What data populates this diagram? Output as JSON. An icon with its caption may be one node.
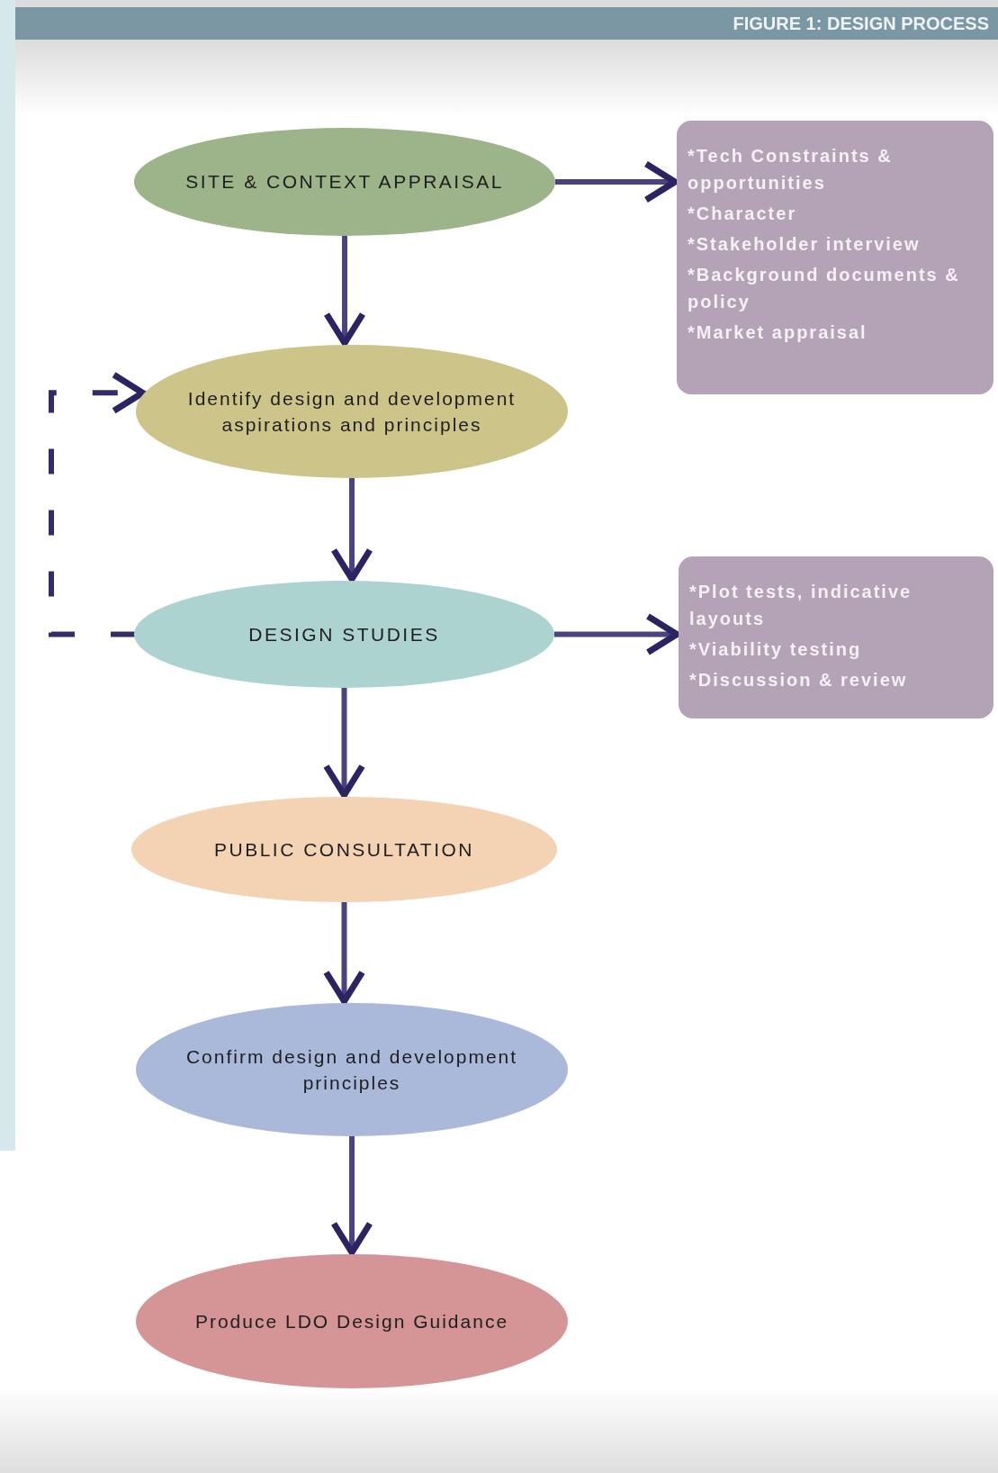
{
  "diagram": {
    "title": "FIGURE 1: DESIGN PROCESS",
    "nodes": [
      {
        "text": [
          "SITE & CONTEXT APPRAISAL"
        ]
      },
      {
        "text": [
          "*Tech Constraints & opportunities",
          "*Character",
          "*Stakeholder interview",
          "*Background documents & policy",
          "*Market appraisal"
        ]
      },
      {
        "text": [
          "Identify design and development aspirations and principles"
        ]
      },
      {
        "text": [
          "DESIGN STUDIES"
        ]
      },
      {
        "text": [
          "*Plot tests, indicative layouts",
          "*Viability testing",
          "*Discussion & review"
        ]
      },
      {
        "text": [
          "PUBLIC CONSULTATION"
        ]
      },
      {
        "text": [
          "Confirm design and development principles"
        ]
      },
      {
        "text": [
          "Produce LDO Design Guidance"
        ]
      }
    ],
    "edges": [
      {
        "from": 0,
        "to": 1,
        "arrow": "to"
      },
      {
        "from": 0,
        "to": 2,
        "arrow": "to"
      },
      {
        "from": 3,
        "to": 2,
        "arrow": "to",
        "style": "dashed"
      },
      {
        "from": 2,
        "to": 3,
        "arrow": "to"
      },
      {
        "from": 3,
        "to": 4,
        "arrow": "to"
      },
      {
        "from": 3,
        "to": 5,
        "arrow": "to"
      },
      {
        "from": 5,
        "to": 6,
        "arrow": "to"
      },
      {
        "from": 6,
        "to": 7,
        "arrow": "to"
      }
    ]
  }
}
